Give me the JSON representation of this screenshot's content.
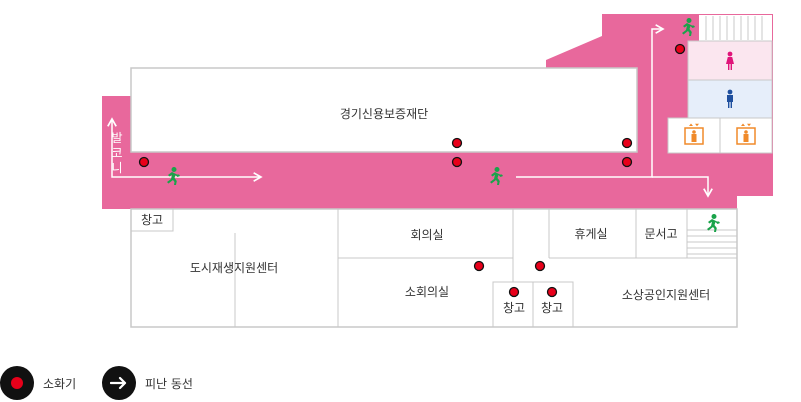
{
  "map": {
    "rooms": {
      "gyeonggi": "경기신용보증재단",
      "urban": "도시재생지원센터",
      "meeting": "회의실",
      "small_meeting": "소회의실",
      "lounge": "휴게실",
      "docs": "문서고",
      "storage": "창고",
      "small_business": "소상공인지원센터"
    },
    "balcony": [
      "발",
      "코",
      "니"
    ],
    "colors": {
      "corridor": "#e8689c",
      "outline": "#c8c8c8",
      "extinguisher": "#e8001a",
      "exit_sign": "#1aa34a",
      "women_restroom": "#fbe6ef",
      "men_restroom": "#e6eefa",
      "elevator": "#f08a2a"
    },
    "icons": [
      "exit-running-icon",
      "woman-restroom-icon",
      "man-restroom-icon",
      "elevator-icon",
      "fire-extinguisher-icon",
      "arrow-right-icon"
    ]
  },
  "legend": {
    "extinguisher": "소화기",
    "evacuation": "피난 동선"
  }
}
